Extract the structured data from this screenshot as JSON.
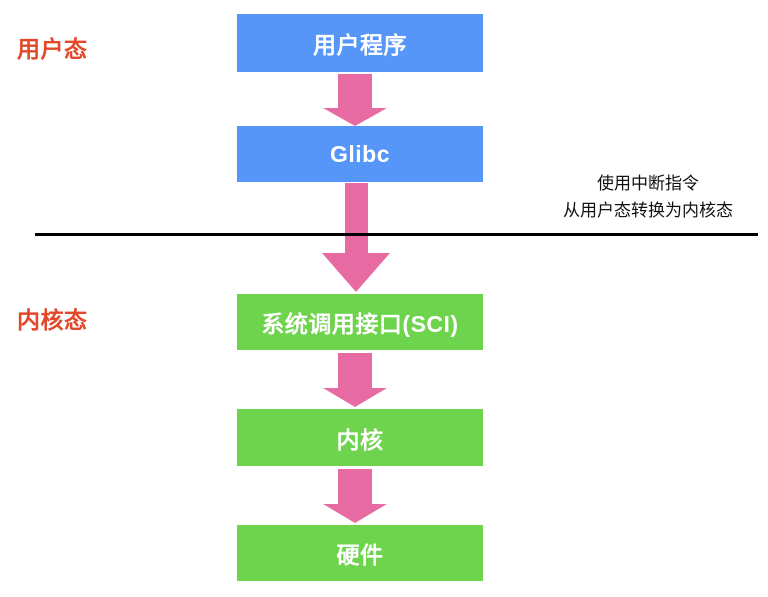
{
  "diagram": {
    "title": "Linux system call flow: user mode to kernel mode",
    "colors": {
      "user_box": "#5596f8",
      "kernel_box": "#6ed34d",
      "arrow": "#e76ba2",
      "mode_label": "#e2492b",
      "divider": "#000000",
      "box_text": "#ffffff",
      "annotation_text": "#111111",
      "background": "#ffffff"
    },
    "mode_labels": [
      {
        "id": "user",
        "text": "用户态"
      },
      {
        "id": "kernel",
        "text": "内核态"
      }
    ],
    "boxes": [
      {
        "id": "user-program",
        "text": "用户程序",
        "fill": "user_box"
      },
      {
        "id": "glibc",
        "text": "Glibc",
        "fill": "user_box"
      },
      {
        "id": "sci",
        "text": "系统调用接口(SCI)",
        "fill": "kernel_box"
      },
      {
        "id": "kernel",
        "text": "内核",
        "fill": "kernel_box"
      },
      {
        "id": "hardware",
        "text": "硬件",
        "fill": "kernel_box"
      }
    ],
    "arrows": [
      {
        "id": "user-program-to-glibc",
        "kind": "short"
      },
      {
        "id": "glibc-to-sci",
        "kind": "long"
      },
      {
        "id": "sci-to-kernel",
        "kind": "short"
      },
      {
        "id": "kernel-to-hardware",
        "kind": "short"
      }
    ],
    "divider": {
      "id": "mode-divider"
    },
    "annotation": {
      "line1": "使用中断指令",
      "line2": "从用户态转换为内核态"
    }
  }
}
